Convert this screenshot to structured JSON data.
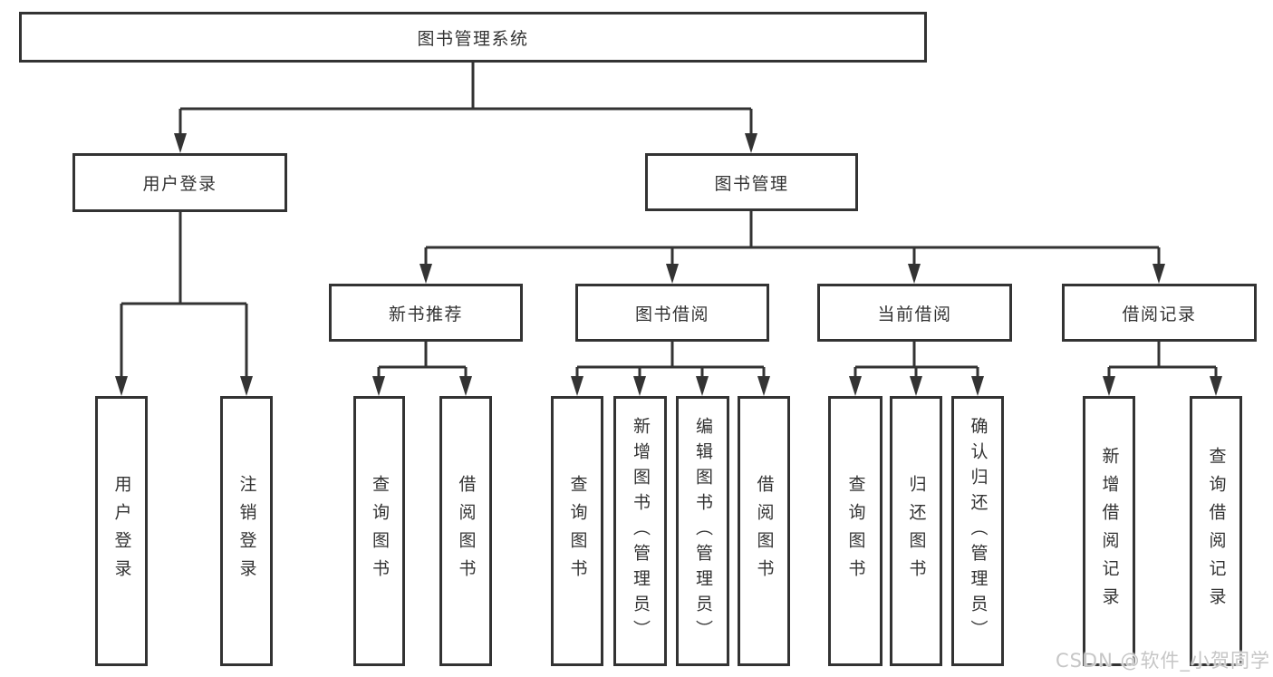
{
  "diagram": {
    "type": "hierarchy-tree",
    "root_label": "图书管理系统",
    "level2": {
      "user_login": {
        "label": "用户登录",
        "leaves": [
          "用户登录",
          "注销登录"
        ]
      },
      "book_mgmt": {
        "label": "图书管理"
      }
    },
    "level3": [
      {
        "label": "新书推荐",
        "leaves": [
          "查询图书",
          "借阅图书"
        ]
      },
      {
        "label": "图书借阅",
        "leaves": [
          "查询图书",
          "新增图书（管理员）",
          "编辑图书（管理员）",
          "借阅图书"
        ]
      },
      {
        "label": "当前借阅",
        "leaves": [
          "查询图书",
          "归还图书",
          "确认归还（管理员）"
        ]
      },
      {
        "label": "借阅记录",
        "leaves": [
          "新增借阅记录",
          "查询借阅记录"
        ]
      }
    ],
    "watermark": "CSDN @软件_小贺同学",
    "colors": {
      "line": "#333333",
      "text": "#333333",
      "background": "#ffffff",
      "watermark": "#c6c6c6"
    }
  }
}
